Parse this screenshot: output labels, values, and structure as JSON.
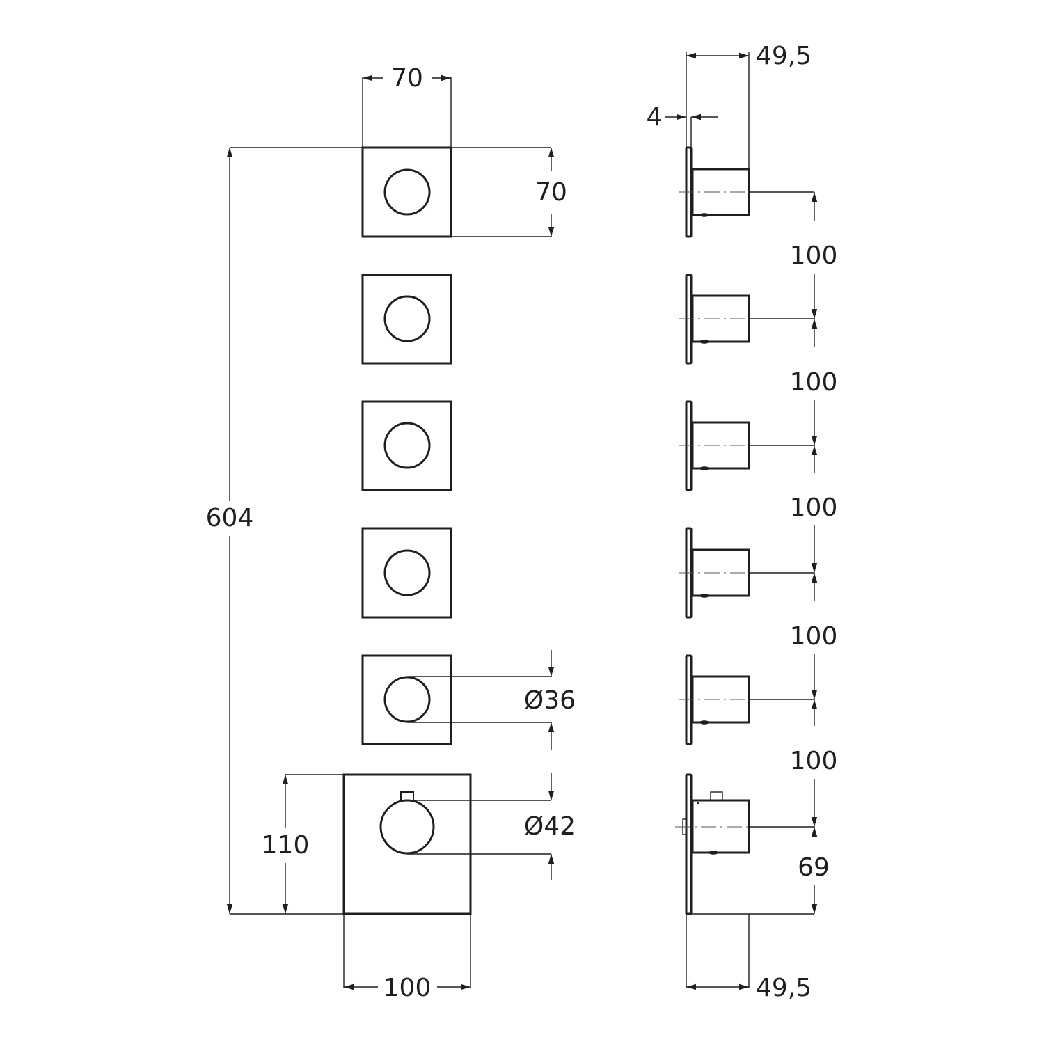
{
  "drawing": {
    "title": "Concealed shower valve set - front and side view",
    "units": "mm",
    "front_view": {
      "small_plate_count": 5,
      "small_plate_width": "70",
      "small_plate_height": "70",
      "small_knob_diameter": "Ø36",
      "thermostat_plate_width": "100",
      "thermostat_plate_height": "110",
      "thermostat_knob_diameter": "Ø42",
      "overall_height": "604"
    },
    "side_view": {
      "depth_top": "49,5",
      "depth_bottom": "49,5",
      "plate_thickness": "4",
      "spacings": [
        "100",
        "100",
        "100",
        "100",
        "100"
      ],
      "bottom_offset": "69"
    }
  }
}
